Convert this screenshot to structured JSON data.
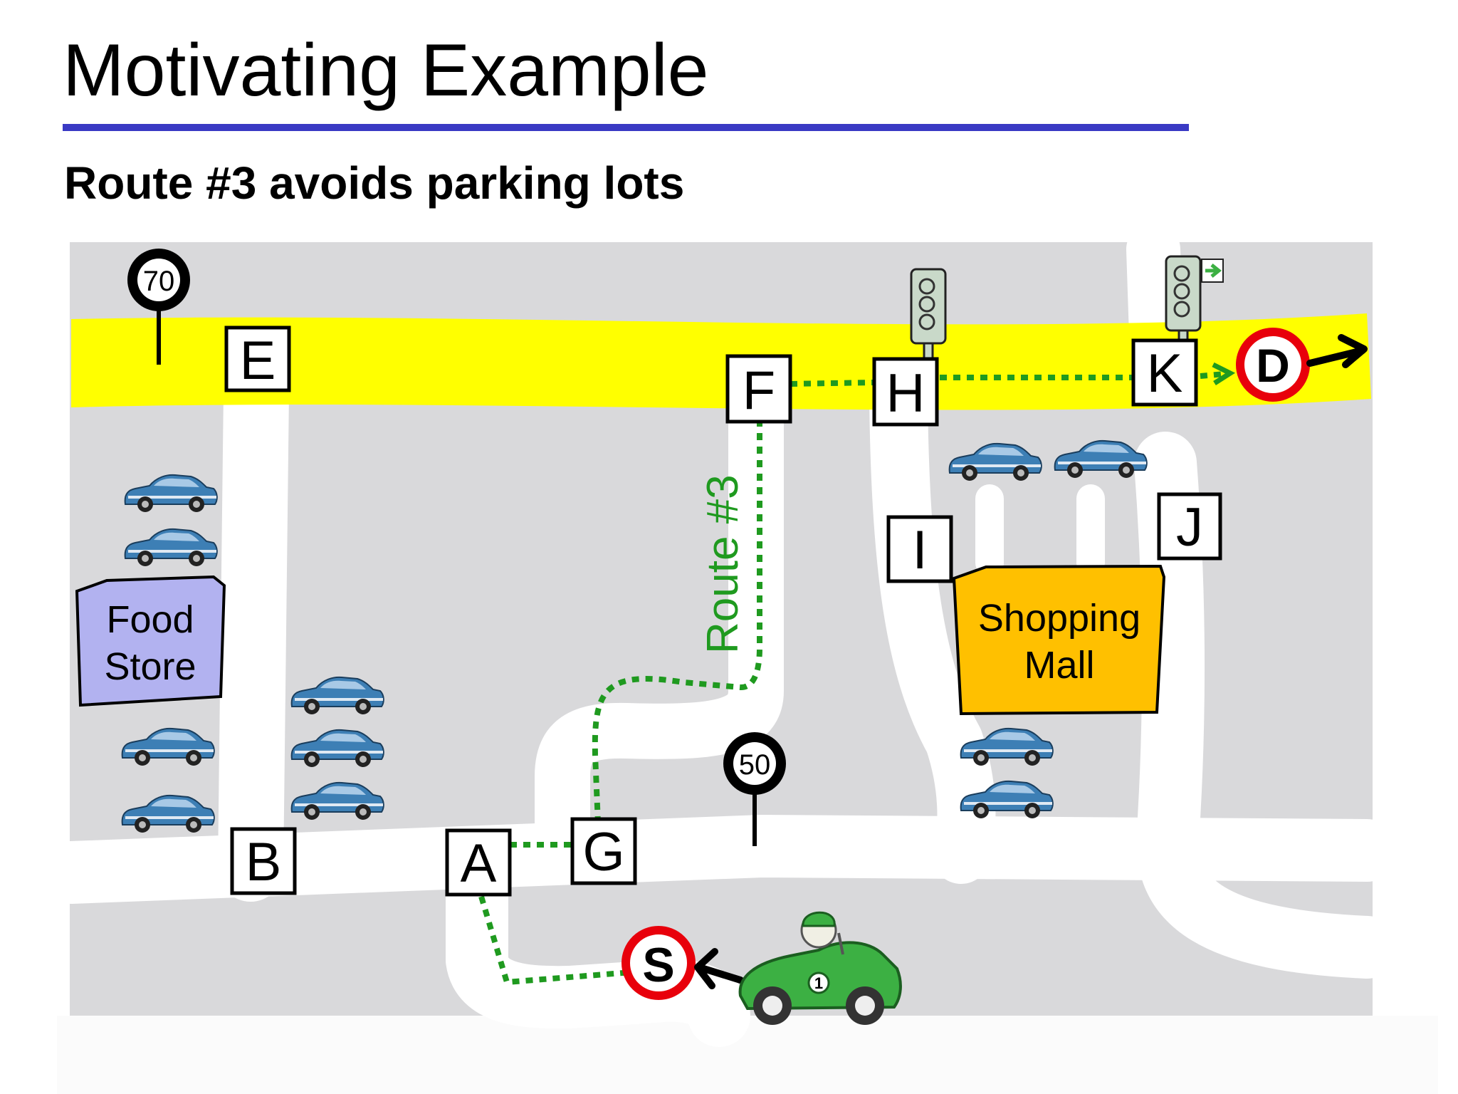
{
  "slide": {
    "title": "Motivating Example",
    "subtitle": "Route #3 avoids parking lots"
  },
  "map": {
    "colors": {
      "ground": "#d9d9db",
      "road": "#ffffff",
      "highway": "#ffff00",
      "route": "#1f9a1f",
      "food_store": "#b2b2f0",
      "shopping_mall": "#ffc000",
      "endpoint_ring": "#e8000b",
      "parked_car": "#3d7fb5",
      "player_car": "#3cb043"
    },
    "intersections": {
      "A": "A",
      "B": "B",
      "E": "E",
      "F": "F",
      "G": "G",
      "H": "H",
      "I": "I",
      "J": "J",
      "K": "K"
    },
    "start": "S",
    "destination": "D",
    "speed_limits": {
      "highway": "70",
      "street": "50"
    },
    "buildings": {
      "food_store": {
        "line1": "Food",
        "line2": "Store"
      },
      "shopping_mall": {
        "line1": "Shopping",
        "line2": "Mall"
      }
    },
    "route_label": "Route #3",
    "player_car_number": "1",
    "icons": {
      "parked_car": "parked-car-icon",
      "traffic_light": "traffic-light-icon",
      "speed_sign": "speed-limit-sign-icon"
    }
  }
}
